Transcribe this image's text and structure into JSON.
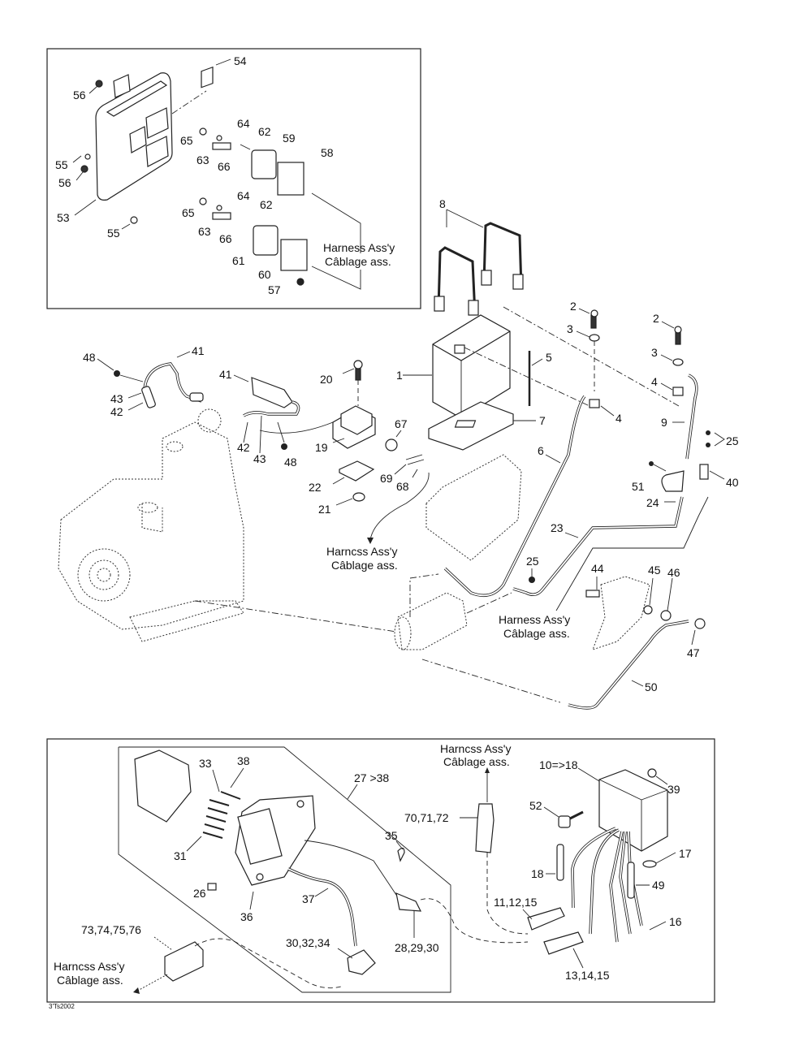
{
  "document": {
    "type": "exploded parts diagram",
    "drawing_code": "3'Ts2002"
  },
  "harness_callout": {
    "line1": "Harness Ass'y",
    "line2": "Câblage ass.",
    "line1_variant": "Harncss Ass'y"
  },
  "panels": {
    "top_left": {
      "labels": [
        "53",
        "54",
        "55",
        "55",
        "56",
        "56",
        "57",
        "58",
        "59",
        "60",
        "61",
        "62",
        "62",
        "63",
        "63",
        "64",
        "64",
        "65",
        "65",
        "66",
        "66"
      ],
      "harness_line1": "Harness Ass'y",
      "harness_line2": "Câblage ass."
    },
    "bottom": {
      "labels": [
        "26",
        "27 >38",
        "28,29,30",
        "30,32,34",
        "31",
        "33",
        "35",
        "36",
        "37",
        "38",
        "70,71,72",
        "73,74,75,76",
        "10=>18",
        "11,12,15",
        "13,14,15",
        "16",
        "17",
        "18",
        "39",
        "49",
        "52"
      ],
      "harness_top_line1": "Harncss Ass'y",
      "harness_top_line2": "Câblage ass.",
      "harness_left_line1": "Harncss Ass'y",
      "harness_left_line2": "Câblage ass."
    }
  },
  "middle": {
    "labels": [
      "1",
      "2",
      "2",
      "3",
      "3",
      "4",
      "4",
      "5",
      "6",
      "7",
      "8",
      "9",
      "19",
      "20",
      "21",
      "22",
      "23",
      "24",
      "25",
      "25",
      "40",
      "41",
      "41",
      "42",
      "42",
      "43",
      "43",
      "44",
      "45",
      "46",
      "47",
      "48",
      "48",
      "50",
      "51",
      "67",
      "68",
      "69"
    ],
    "harness_left_line1": "Harncss Ass'y",
    "harness_left_line2": "Câblage ass.",
    "harness_right_line1": "Harness Ass'y",
    "harness_right_line2": "Câblage ass."
  },
  "callouts": {
    "c1": "1",
    "c2": "2",
    "c3": "3",
    "c4": "4",
    "c5": "5",
    "c6": "6",
    "c7": "7",
    "c8": "8",
    "c9": "9",
    "c10_18": "10=>18",
    "c11_12_15": "11,12,15",
    "c13_14_15": "13,14,15",
    "c16": "16",
    "c17": "17",
    "c18": "18",
    "c19": "19",
    "c20": "20",
    "c21": "21",
    "c22": "22",
    "c23": "23",
    "c24": "24",
    "c25": "25",
    "c26": "26",
    "c27_38": "27 >38",
    "c28_29_30": "28,29,30",
    "c30_32_34": "30,32,34",
    "c31": "31",
    "c33": "33",
    "c35": "35",
    "c36": "36",
    "c37": "37",
    "c38": "38",
    "c39": "39",
    "c40": "40",
    "c41": "41",
    "c42": "42",
    "c43": "43",
    "c44": "44",
    "c45": "45",
    "c46": "46",
    "c47": "47",
    "c48": "48",
    "c49": "49",
    "c50": "50",
    "c51": "51",
    "c52": "52",
    "c53": "53",
    "c54": "54",
    "c55": "55",
    "c56": "56",
    "c57": "57",
    "c58": "58",
    "c59": "59",
    "c60": "60",
    "c61": "61",
    "c62": "62",
    "c63": "63",
    "c64": "64",
    "c65": "65",
    "c66": "66",
    "c67": "67",
    "c68": "68",
    "c69": "69",
    "c70_71_72": "70,71,72",
    "c73_76": "73,74,75,76"
  }
}
